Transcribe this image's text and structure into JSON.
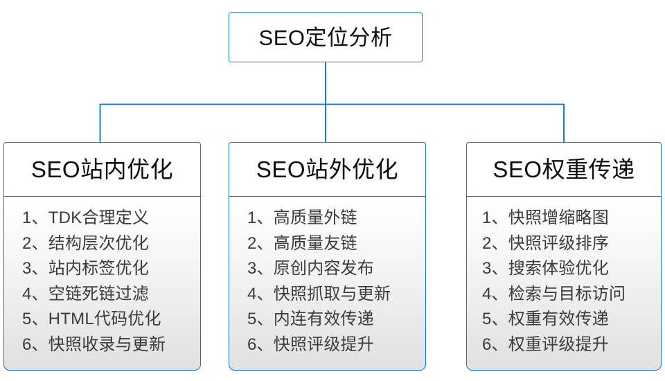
{
  "diagram": {
    "type": "org-chart",
    "root": {
      "title": "SEO定位分析"
    },
    "branches": [
      {
        "title": "SEO站内优化",
        "items": [
          "1、TDK合理定义",
          "2、结构层次优化",
          "3、站内标签优化",
          "4、空链死链过滤",
          "5、HTML代码优化",
          "6、快照收录与更新"
        ]
      },
      {
        "title": "SEO站外优化",
        "items": [
          "1、高质量外链",
          "2、高质量友链",
          "3、原创内容发布",
          "4、快照抓取与更新",
          "5、内连有效传递",
          "6、快照评级提升"
        ]
      },
      {
        "title": "SEO权重传递",
        "items": [
          "1、快照增缩略图",
          "2、快照评级排序",
          "3、搜索体验优化",
          "4、检索与目标访问",
          "5、权重有效传递",
          "6、权重评级提升"
        ]
      }
    ],
    "colors": {
      "connector": "#0b6cb8",
      "border": "#1b75bc",
      "title_text": "#0d0d0d",
      "item_text": "#3b3b3b",
      "body_fill_top": "#ffffff",
      "body_fill_bottom": "#e0e0e0",
      "background": "#ffffff"
    }
  }
}
